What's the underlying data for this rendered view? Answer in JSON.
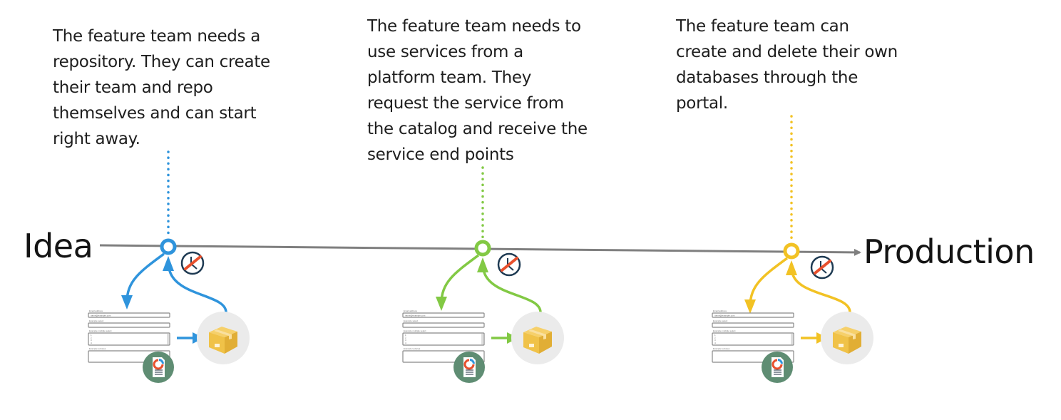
{
  "diagram": {
    "start_label": "Idea",
    "end_label": "Production",
    "colors": {
      "axis": "#7f7f7f",
      "blue": "#2f94dc",
      "green": "#82c944",
      "yellow": "#f2c224",
      "clock_ring": "#1f3b53",
      "clock_strike": "#e8502d",
      "box_bg": "#ebebeb",
      "box": "#f0c248",
      "doc_bg": "#5f8d73"
    },
    "stages": [
      {
        "color": "blue",
        "description": "The feature team needs a\nrepository. They can create\ntheir team and repo\nthemselves and can start\nright away."
      },
      {
        "color": "green",
        "description": "The feature team needs to\nuse services from a\nplatform team. They\nrequest the service from\nthe catalog and receive the\nservice end points"
      },
      {
        "color": "yellow",
        "description": "The feature team can\ncreate and delete their own\ndatabases through the\nportal."
      }
    ],
    "form": {
      "email_label": "Email address",
      "email_placeholder": "name@example.com",
      "select_label": "Example select",
      "select_value": "1",
      "multi_label": "Example multiple select",
      "multi_options": [
        "1",
        "2",
        "3",
        "4",
        "5"
      ],
      "textarea_label": "Example textarea"
    }
  }
}
